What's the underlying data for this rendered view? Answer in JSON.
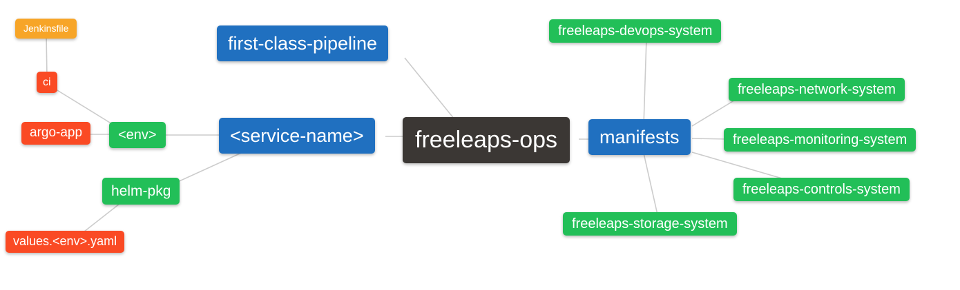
{
  "diagram": {
    "type": "mindmap",
    "root": "freeleaps-ops",
    "colors": {
      "root_node": "#3b3734",
      "branch_node": "#2070c0",
      "green_node": "#22bf58",
      "red_node": "#fa4a24",
      "orange_node": "#f7a528",
      "edge": "#cccccc",
      "background": "#ffffff",
      "node_text": "#ffffff"
    },
    "nodes": {
      "freeleaps_ops": {
        "label": "freeleaps-ops"
      },
      "first_class_pipeline": {
        "label": "first-class-pipeline"
      },
      "service_name": {
        "label": "<service-name>"
      },
      "manifests": {
        "label": "manifests"
      },
      "env": {
        "label": "<env>"
      },
      "helm_pkg": {
        "label": "helm-pkg"
      },
      "ci": {
        "label": "ci"
      },
      "argo_app": {
        "label": "argo-app"
      },
      "jenkinsfile": {
        "label": "Jenkinsfile"
      },
      "values_env_yaml": {
        "label": "values.<env>.yaml"
      },
      "devops_system": {
        "label": "freeleaps-devops-system"
      },
      "network_system": {
        "label": "freeleaps-network-system"
      },
      "monitoring_system": {
        "label": "freeleaps-monitoring-system"
      },
      "controls_system": {
        "label": "freeleaps-controls-system"
      },
      "storage_system": {
        "label": "freeleaps-storage-system"
      }
    },
    "edges": [
      [
        "jenkinsfile",
        "ci"
      ],
      [
        "ci",
        "env"
      ],
      [
        "argo_app",
        "env"
      ],
      [
        "env",
        "service_name"
      ],
      [
        "service_name",
        "helm_pkg"
      ],
      [
        "helm_pkg",
        "values_env_yaml"
      ],
      [
        "first_class_pipeline",
        "freeleaps_ops"
      ],
      [
        "service_name",
        "freeleaps_ops"
      ],
      [
        "freeleaps_ops",
        "manifests"
      ],
      [
        "manifests",
        "devops_system"
      ],
      [
        "manifests",
        "network_system"
      ],
      [
        "manifests",
        "monitoring_system"
      ],
      [
        "manifests",
        "controls_system"
      ],
      [
        "manifests",
        "storage_system"
      ]
    ]
  }
}
